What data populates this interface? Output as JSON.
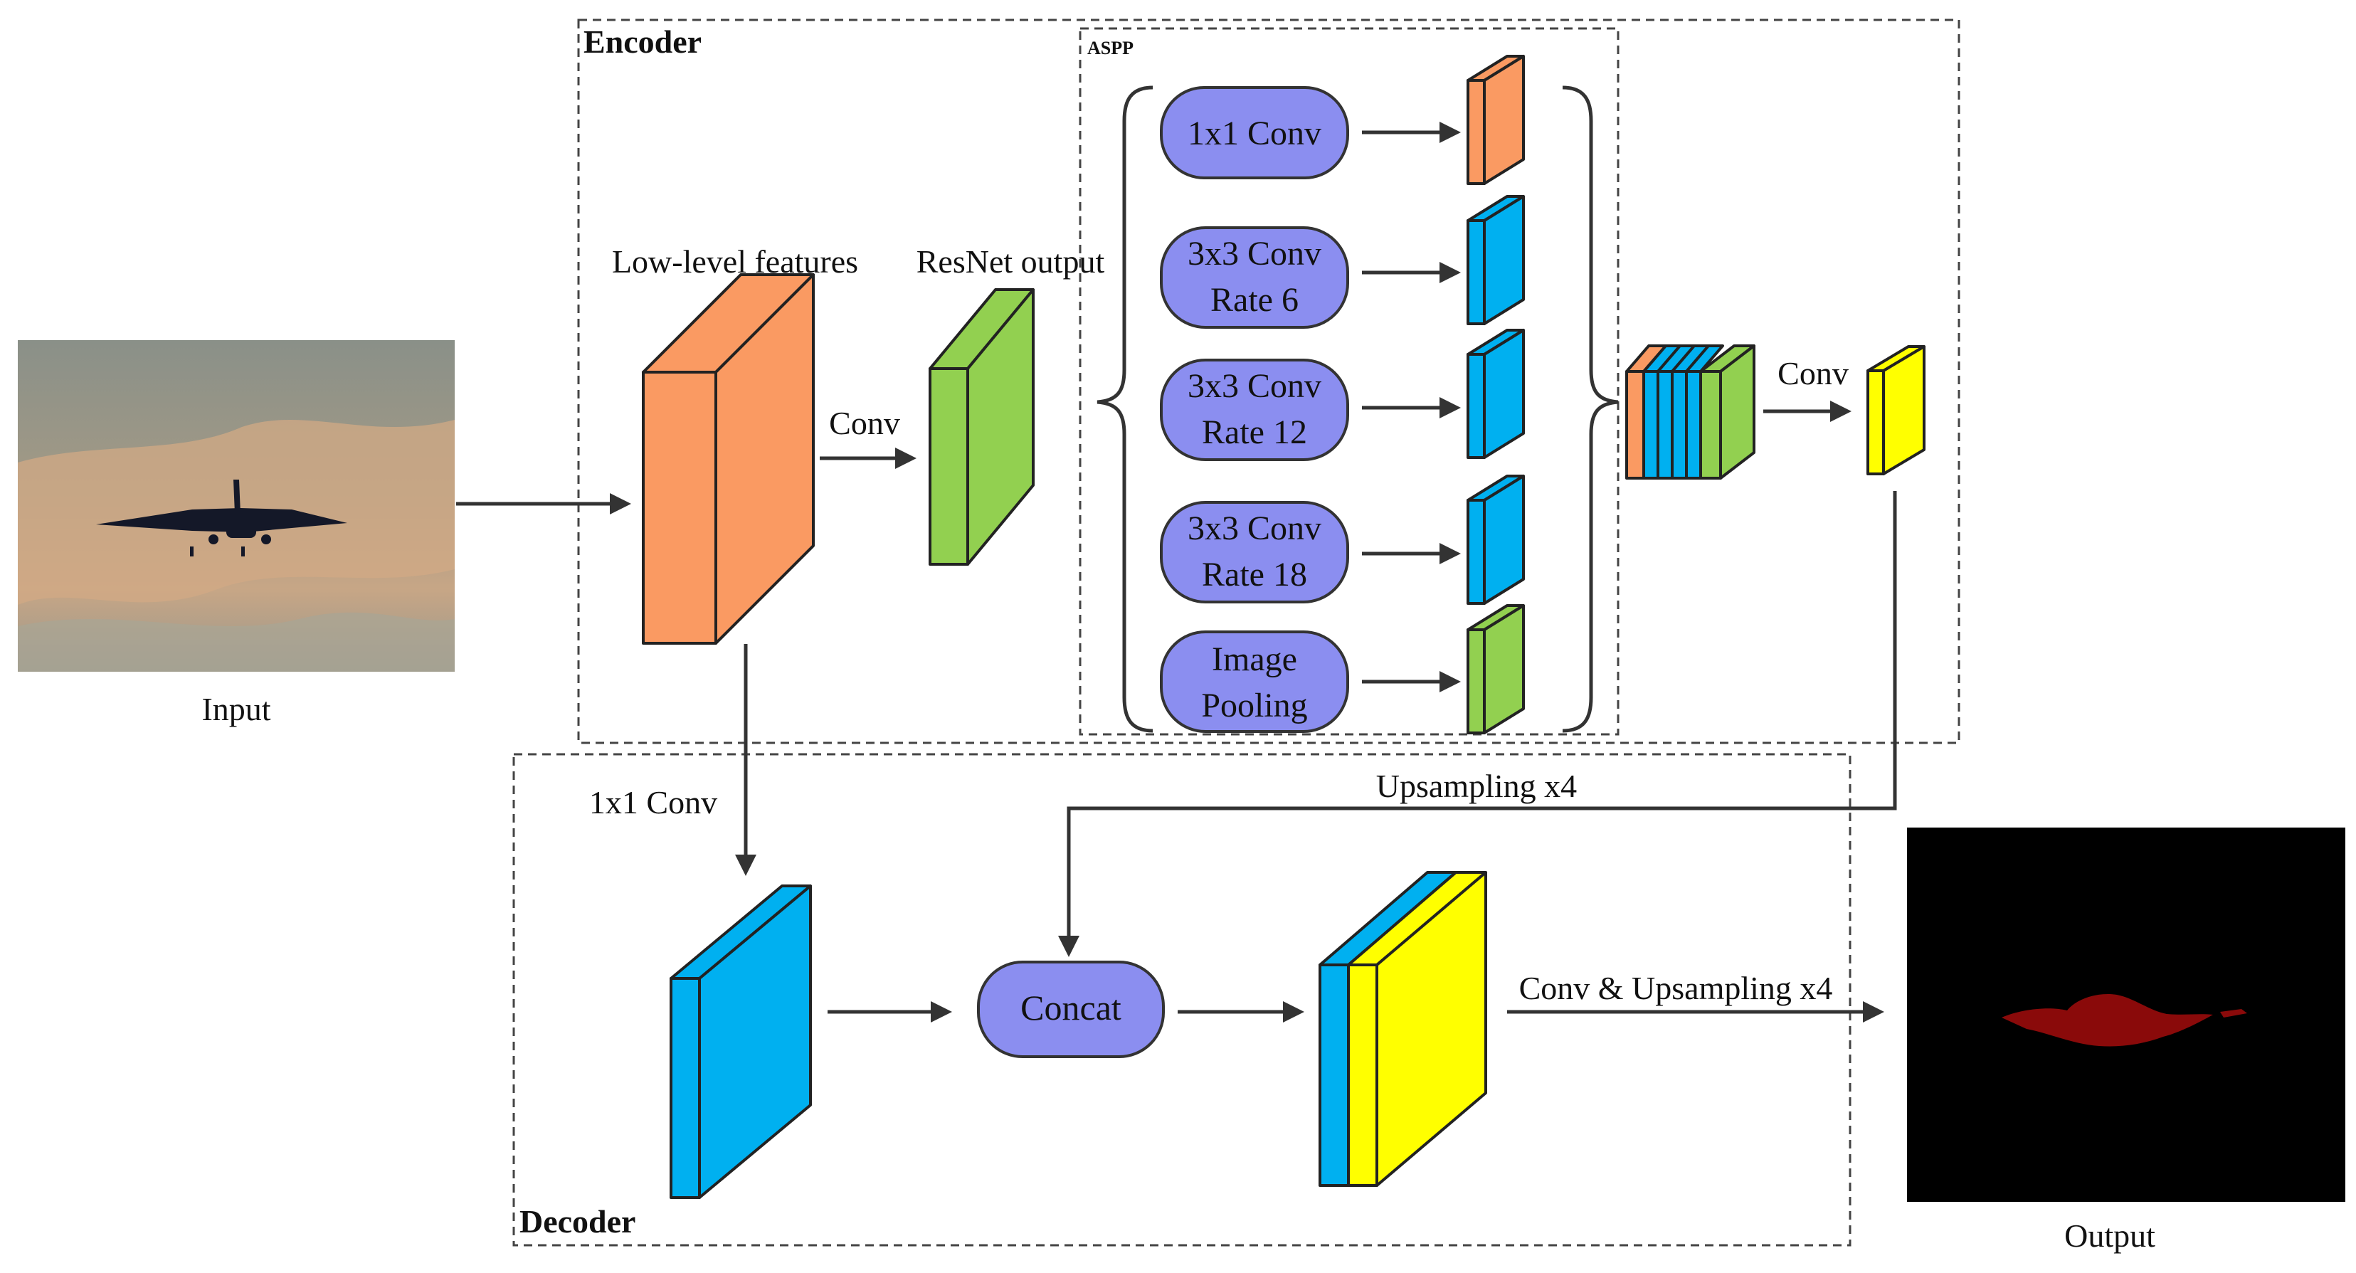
{
  "colors": {
    "orange": "#fa9a62",
    "green": "#92d050",
    "blue": "#00b0f0",
    "yellow": "#ffff00",
    "pill": "#8b8ef0",
    "mask_bg": "#000000",
    "mask_fg": "#8a0a0a"
  },
  "groups": {
    "encoder": "Encoder",
    "aspp": "ASPP",
    "decoder": "Decoder"
  },
  "labels": {
    "input": "Input",
    "output": "Output",
    "low_level": "Low-level features",
    "resnet": "ResNet output",
    "conv1": "Conv",
    "conv2": "Conv",
    "one_by_one": "1x1 Conv",
    "upsampling": "Upsampling x4",
    "conv_up": "Conv & Upsampling x4"
  },
  "aspp_ops": [
    {
      "line1": "1x1 Conv",
      "line2": ""
    },
    {
      "line1": "3x3 Conv",
      "line2": "Rate 6"
    },
    {
      "line1": "3x3 Conv",
      "line2": "Rate 12"
    },
    {
      "line1": "3x3 Conv",
      "line2": "Rate 18"
    },
    {
      "line1": "Image",
      "line2": "Pooling"
    }
  ],
  "concat_label": "Concat"
}
